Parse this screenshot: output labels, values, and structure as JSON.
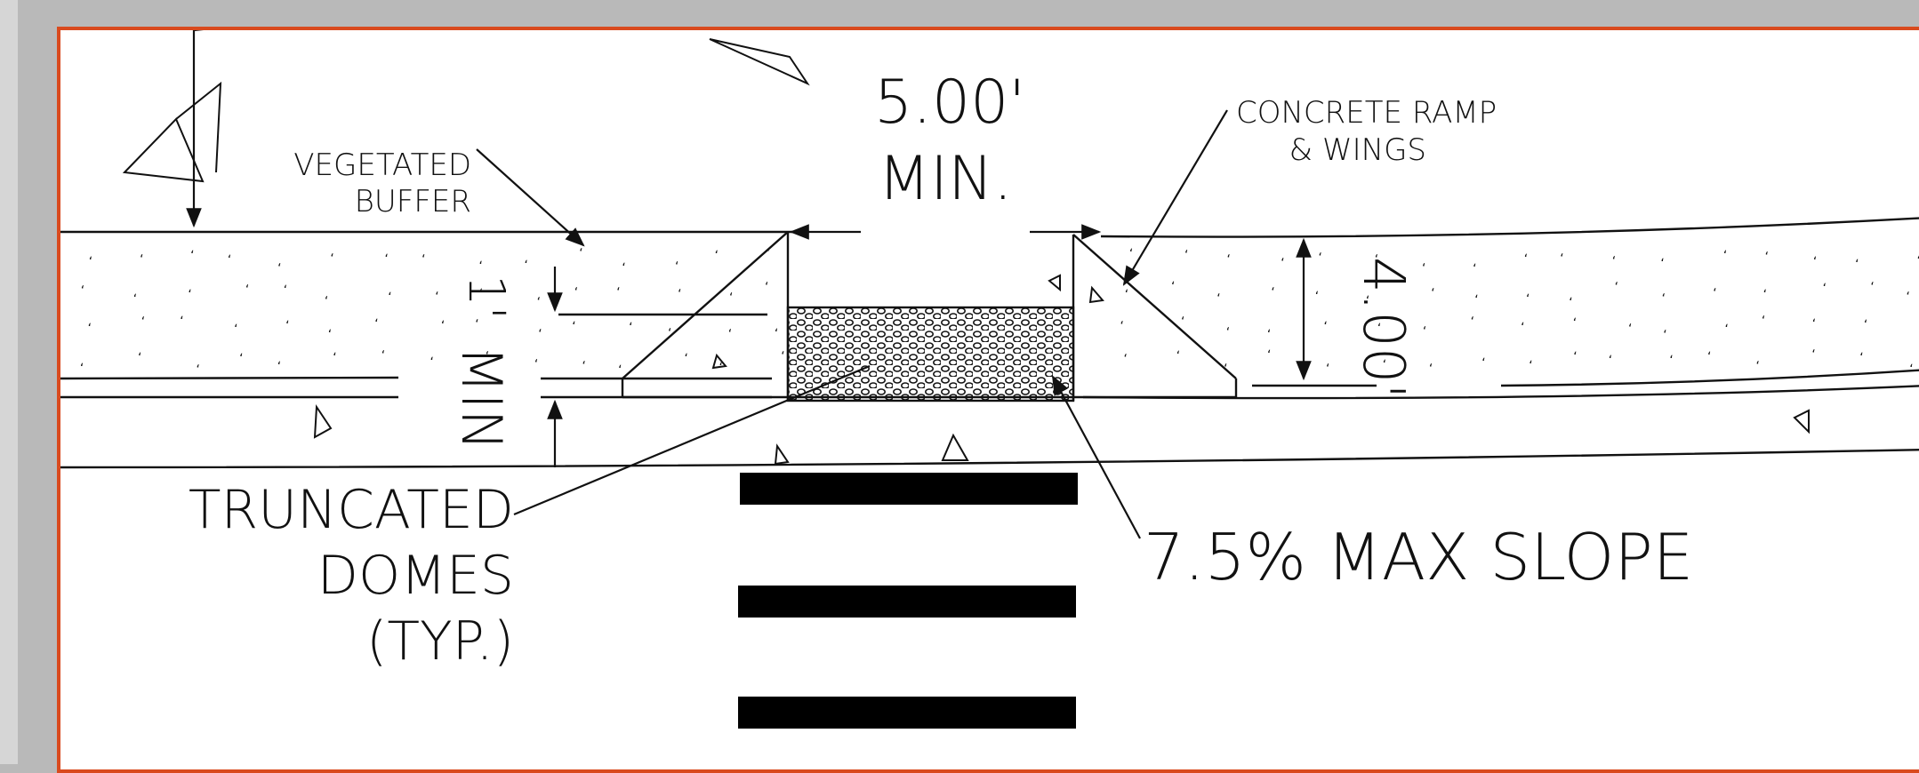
{
  "labels": {
    "dim_width": "5.00'",
    "dim_width_min": "MIN.",
    "concrete_ramp_line1": "CONCRETE RAMP",
    "concrete_ramp_line2": "& WINGS",
    "vegetated_line1": "VEGETATED",
    "vegetated_line2": "BUFFER",
    "buffer_dim_1": "1'",
    "buffer_dim_min": "MIN",
    "ramp_depth": "4.00'",
    "truncated_line1": "TRUNCATED",
    "truncated_line2": "DOMES",
    "truncated_line3": "(TYP.)",
    "slope": "7.5% MAX SLOPE"
  },
  "colors": {
    "frame_border": "#d94a1e",
    "background": "#b9b9b9",
    "ink": "#111111"
  }
}
